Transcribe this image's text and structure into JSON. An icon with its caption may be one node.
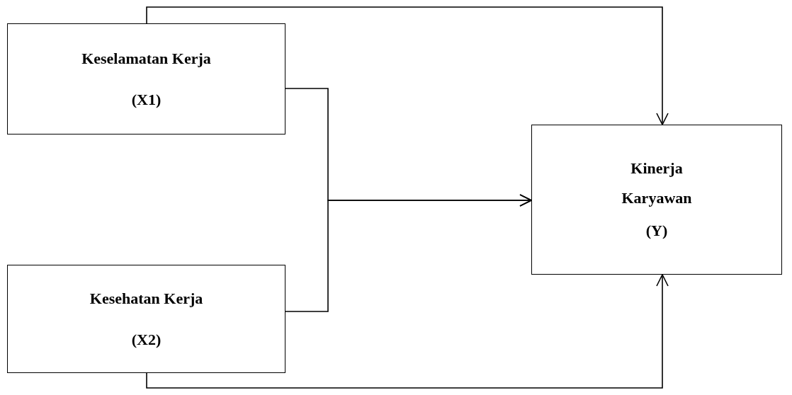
{
  "diagram": {
    "nodes": [
      {
        "text": [
          "Keselamatan Kerja",
          "(X1)"
        ]
      },
      {
        "text": [
          "Kesehatan Kerja",
          "(X2)"
        ]
      },
      {
        "text": [
          "Kinerja Karyawan",
          "(Y)"
        ]
      }
    ],
    "edges": [
      {
        "from": 0,
        "to": 2,
        "arrow": "to"
      },
      {
        "from": 0,
        "to": 2,
        "arrow": "to"
      },
      {
        "from": 1,
        "to": 2,
        "arrow": "to"
      },
      {
        "from": 1,
        "to": 2,
        "arrow": "to"
      }
    ]
  }
}
